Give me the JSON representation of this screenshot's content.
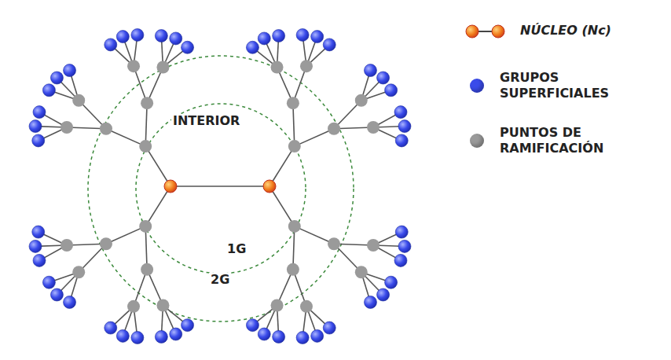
{
  "diagram": {
    "labels": [
      "INTERIOR",
      "1G",
      "2G"
    ],
    "legend": [
      {
        "text": "NÚCLEO (Nc)"
      },
      {
        "text": "GRUPOS SUPERFICIALES",
        "color": "#3a4bea"
      },
      {
        "text": "PUNTOS DE RAMIFICACIÓN",
        "color": "#9a9a9a"
      }
    ]
  }
}
